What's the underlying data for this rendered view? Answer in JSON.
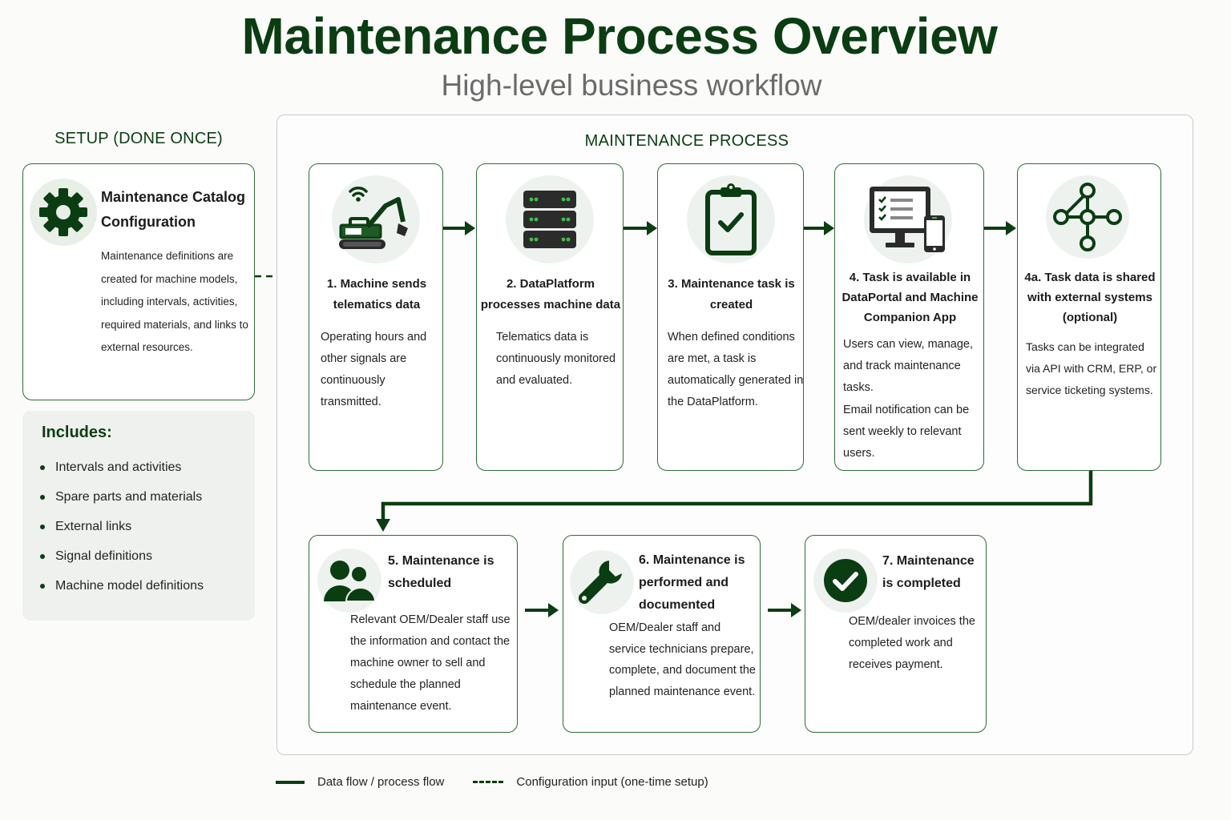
{
  "header": {
    "title": "Maintenance Process Overview",
    "subtitle": "High-level business workflow"
  },
  "colors": {
    "primary_green": "#0b3d12",
    "card_border": "#2f6b37",
    "icon_bg": "#eef2ee",
    "subtitle_gray": "#6b6b6b",
    "led_green": "#3fbf4a"
  },
  "setup": {
    "heading": "SETUP (DONE ONCE)",
    "card": {
      "icon": "gear-icon",
      "title": "Maintenance Catalog Configuration",
      "description": "Maintenance definitions are created for machine models, including intervals, activities, required materials, and links to external resources."
    },
    "includes": {
      "title": "Includes:",
      "items": [
        "Intervals and activities",
        "Spare parts and materials",
        "External links",
        "Signal definitions",
        "Machine model definitions"
      ]
    }
  },
  "process": {
    "heading": "MAINTENANCE PROCESS",
    "steps": [
      {
        "icon": "excavator-wifi-icon",
        "title": "1. Machine sends telematics data",
        "description": "Operating hours and other signals are continuously transmitted."
      },
      {
        "icon": "server-icon",
        "title": "2. DataPlatform processes machine data",
        "description": "Telematics data is continuously monitored and evaluated."
      },
      {
        "icon": "clipboard-check-icon",
        "title": "3. Maintenance task is created",
        "description": "When defined conditions are met, a task is automatically generated in the DataPlatform."
      },
      {
        "icon": "monitor-phone-icon",
        "title": "4. Task is available in DataPortal and Machine Companion App",
        "description": "Users can view, manage, and track maintenance tasks.",
        "description2": "Email notification can be sent weekly to relevant users."
      },
      {
        "icon": "network-nodes-icon",
        "title": "4a. Task data is shared with external systems (optional)",
        "description": "Tasks can be integrated via API with CRM, ERP, or service ticketing systems."
      },
      {
        "icon": "users-icon",
        "title": "5. Maintenance is scheduled",
        "description": "Relevant OEM/Dealer staff use the information and contact the machine owner to sell and schedule the planned maintenance event."
      },
      {
        "icon": "wrench-icon",
        "title": "6. Maintenance is performed and documented",
        "description": "OEM/Dealer staff and service technicians prepare, complete, and document the planned maintenance event."
      },
      {
        "icon": "check-circle-icon",
        "title": "7. Maintenance is completed",
        "description": "OEM/dealer invoices the completed work and receives payment."
      }
    ]
  },
  "legend": {
    "solid_label": "Data flow / process flow",
    "dashed_label": "Configuration input (one-time setup)"
  }
}
